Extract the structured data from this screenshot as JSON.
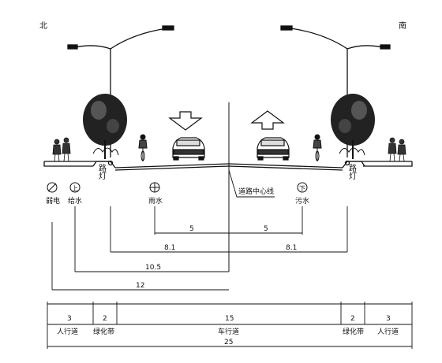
{
  "compass": {
    "north": "北",
    "south": "南"
  },
  "labels": {
    "street_light_left": "路灯",
    "street_light_right": "路灯",
    "centerline": "道路中心线"
  },
  "utilities": [
    {
      "id": "weak-current",
      "label": "弱电",
      "symbol": "slash"
    },
    {
      "id": "water-supply",
      "label": "给水",
      "symbol": "上"
    },
    {
      "id": "rain-water",
      "label": "雨水",
      "symbol": "plus"
    },
    {
      "id": "sewage",
      "label": "污水",
      "symbol": "下"
    }
  ],
  "distances": {
    "d5_left": "5",
    "d5_right": "5",
    "d81_left": "8.1",
    "d81_right": "8.1",
    "d105": "10.5",
    "d12": "12"
  },
  "cross_section": {
    "total": "25",
    "segments": [
      {
        "label": "人行道",
        "width": "3"
      },
      {
        "label": "绿化带",
        "width": "2"
      },
      {
        "label": "车行道",
        "width": "15"
      },
      {
        "label": "绿化带",
        "width": "2"
      },
      {
        "label": "人行道",
        "width": "3"
      }
    ]
  }
}
